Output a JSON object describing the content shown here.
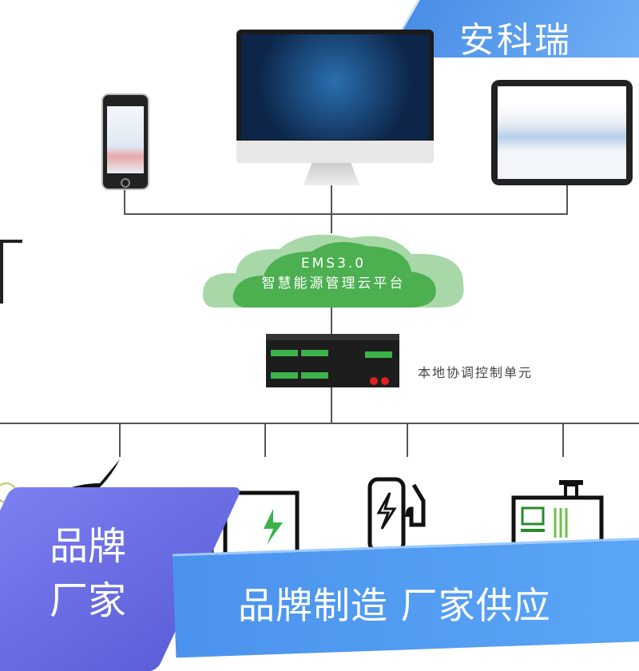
{
  "brand": "安科瑞",
  "cloud": {
    "line1": "EMS3.0",
    "line2": "智慧能源管理云平台"
  },
  "device_label": "本地协调控制单元",
  "ribbon": {
    "line1": "品牌",
    "line2": "厂家"
  },
  "banner": "品牌制造 厂家供应",
  "colors": {
    "accent": "#4b92ee",
    "cloud": "#4caf50",
    "ribbon": "#6b6ee6"
  },
  "icons": [
    "solar-icon",
    "wind-turbine-icon",
    "energy-storage-icon",
    "ev-charger-icon",
    "generator-icon"
  ]
}
